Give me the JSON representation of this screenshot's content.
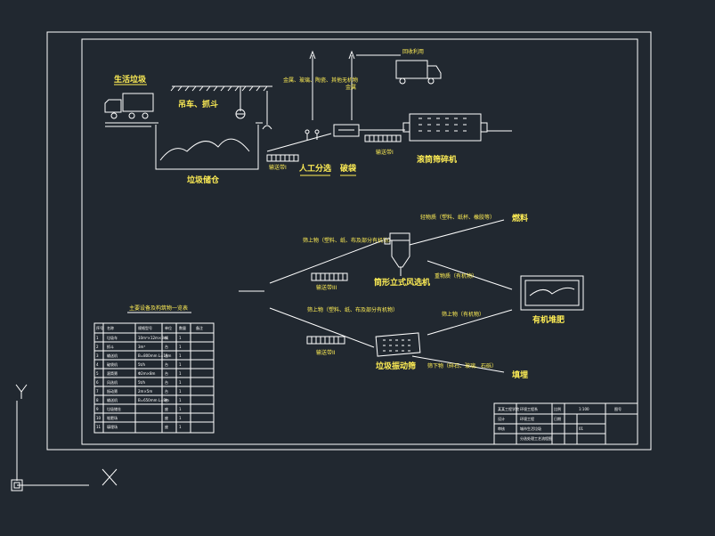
{
  "labels": {
    "refuse_collect": "生活垃圾",
    "crane_grab": "吊车、抓斗",
    "refuse_pit": "垃圾储仓",
    "conveyor1": "输送带I",
    "manual_sort": "人工分选",
    "breaking_bag": "破袋",
    "conveyor2": "输送带I",
    "recycle_car": "回收利用",
    "metal_text": "金属、玻璃、陶瓷、其他无机物",
    "metal2": "金属",
    "drum_screen": "滚筒筛碎机",
    "conveyor3": "输送带III",
    "air_classifier": "筒形立式风选机",
    "light_items": "筛上物（塑料、纸、布及部分有机物）",
    "fuel_light": "轻物质（塑料、纸杯、橡胶等）",
    "fuel": "燃料",
    "heavy": "重物质（有机物）",
    "compost": "有机堆肥",
    "oversize": "筛上物（塑料、纸、布及部分有机物）",
    "undersize_to": "筛上物（有机物）",
    "conveyor4": "输送带II",
    "vib_screen": "垃圾振动筛",
    "undersize": "筛下物（碎石、玻璃、石砾）",
    "landfill": "填埋"
  },
  "table": {
    "title": "主要设备及构筑物一览表",
    "headers": [
      "序号",
      "名称",
      "规格型号",
      "单位",
      "数量",
      "备注"
    ],
    "rows": [
      [
        "1",
        "垃圾车",
        "10m³×12m×8m",
        "辆",
        "1"
      ],
      [
        "2",
        "抓斗",
        "3m³",
        "台",
        "1"
      ],
      [
        "3",
        "输送机",
        "B=800mm L=10m",
        "台",
        "1"
      ],
      [
        "4",
        "破袋机",
        "5t/h",
        "台",
        "1"
      ],
      [
        "5",
        "滚筒筛",
        "Φ2m×8m",
        "台",
        "1"
      ],
      [
        "6",
        "风选机",
        "5t/h",
        "台",
        "1"
      ],
      [
        "7",
        "振动筛",
        "2m×5m",
        "台",
        "1"
      ],
      [
        "8",
        "输送机",
        "B=650mm L=8m",
        "台",
        "1"
      ],
      [
        "9",
        "垃圾储仓",
        "",
        "座",
        "1"
      ],
      [
        "10",
        "堆肥场",
        "",
        "座",
        "1"
      ],
      [
        "11",
        "填埋场",
        "",
        "座",
        "1"
      ]
    ]
  },
  "titleblock": {
    "school": "某某工程学院",
    "dept": "环境工程系",
    "major": "环境工程",
    "drawing": "城市生活垃圾",
    "drawing2": "分选处理工艺流程图",
    "design": "设计",
    "check": "审核",
    "date": "日期",
    "scale": "比例",
    "no": "图号",
    "ratio": "1:100",
    "drno": "01"
  },
  "ucs": {
    "y": "Y",
    "x": "X"
  }
}
